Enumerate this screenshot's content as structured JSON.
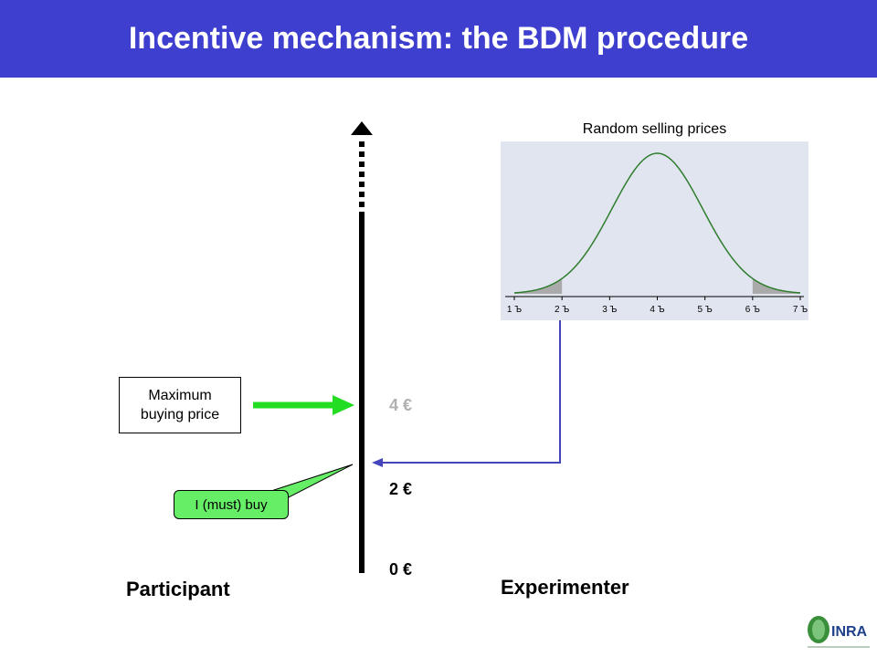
{
  "slide": {
    "title": "Incentive mechanism: the BDM procedure",
    "colors": {
      "title_bar": "#3f3fcf",
      "arrow_green": "#22dd22",
      "callout_green": "#66ee66",
      "experimenter_line": "#4444bb",
      "price_gray": "#b0b0b0"
    }
  },
  "participant": {
    "role_label": "Participant",
    "max_price_label_line1": "Maximum",
    "max_price_label_line2": "buying price",
    "callout_text": "I (must) buy"
  },
  "experimenter": {
    "role_label": "Experimenter"
  },
  "scale": {
    "price_4": "4 €",
    "price_2": "2 €",
    "price_0": "0 €"
  },
  "chart_data": {
    "type": "area",
    "title": "Random selling prices",
    "xlabel": "",
    "ylabel": "",
    "x_ticks": [
      "1 Ъ",
      "2 Ъ",
      "3 Ъ",
      "4 Ъ",
      "5 Ъ",
      "6 Ъ",
      "7 Ъ"
    ],
    "xlim": [
      1,
      7
    ],
    "distribution": {
      "shape": "normal",
      "mean": 4,
      "sd": 0.95
    },
    "shaded_tails": [
      [
        1,
        2
      ],
      [
        6,
        7
      ]
    ],
    "curve_color": "#2e7d2e",
    "tail_color": "#aaaaaa",
    "background_color": "#e1e5ef"
  },
  "logo": {
    "text": "INRA"
  }
}
